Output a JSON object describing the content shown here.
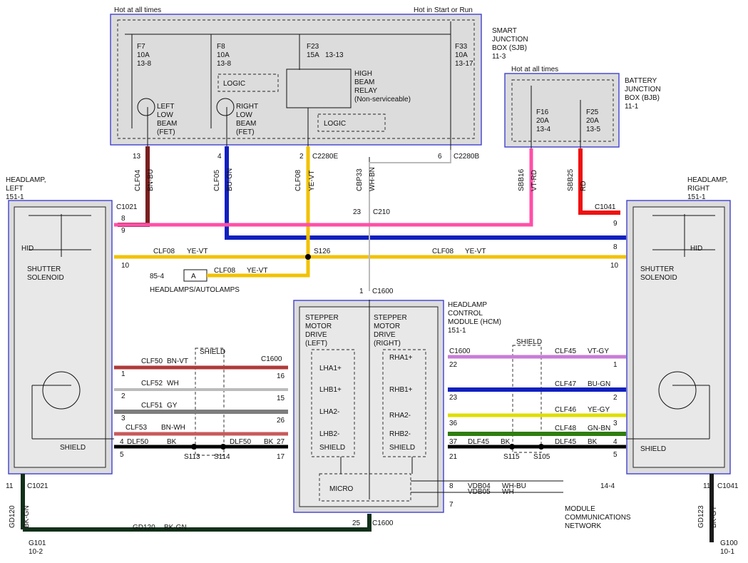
{
  "colors": {
    "bn_bu": "#7a1f1f",
    "bu_gn": "#1020c0",
    "ye_vt": "#f2c200",
    "vt_rd": "#ff4fa8",
    "rd": "#ee1111",
    "bn_vt": "#b03a3a",
    "wh": "#bbbbbb",
    "gy": "#7d7d7d",
    "bn_wh": "#c85a5a",
    "bk": "#000000",
    "vt_gy": "#c97cd8",
    "ye_gy": "#dede00",
    "gn_bn": "#2f7d10",
    "bk_gn": "#12301a",
    "bk_gy": "#1a1a1a",
    "pink_vt": "#ff6fb3",
    "box_outline": "#4040d0"
  },
  "labels": {
    "hot_all_top": "Hot at all times",
    "hot_start_run": "Hot in Start or Run",
    "sjb_1": "SMART",
    "sjb_2": "JUNCTION",
    "sjb_3": "BOX (SJB)",
    "sjb_4": "11-3",
    "hot_all_bjb": "Hot at all times",
    "bjb_1": "BATTERY",
    "bjb_2": "JUNCTION",
    "bjb_3": "BOX (BJB)",
    "bjb_4": "11-1",
    "f7_1": "F7",
    "f7_2": "10A",
    "f7_3": "13-8",
    "f8_1": "F8",
    "f8_2": "10A",
    "f8_3": "13-8",
    "f23_1": "F23",
    "f23_2": "15A",
    "f23_3": "13-13",
    "f33_1": "F33",
    "f33_2": "10A",
    "f33_3": "13-17",
    "f16_1": "F16",
    "f16_2": "20A",
    "f16_3": "13-4",
    "f25_1": "F25",
    "f25_2": "20A",
    "f25_3": "13-5",
    "relay_1": "HIGH",
    "relay_2": "BEAM",
    "relay_3": "RELAY",
    "relay_4": "(Non-serviceable)",
    "logic1": "LOGIC",
    "logic2": "LOGIC",
    "llb_1": "LEFT",
    "llb_2": "LOW",
    "llb_3": "BEAM",
    "llb_4": "(FET)",
    "rlb_1": "RIGHT",
    "rlb_2": "LOW",
    "rlb_3": "BEAM",
    "rlb_4": "(FET)",
    "p13": "13",
    "p4": "4",
    "p2": "2",
    "c2280e": "C2280E",
    "p6": "6",
    "c2280b": "C2280B",
    "clf04": "CLF04",
    "bn_bu": "BN-BU",
    "clf05": "CLF05",
    "bu_gn": "BU-GN",
    "clf08v": "CLF08",
    "ye_vt_v": "YE-VT",
    "cbp33": "CBP33",
    "wh_bn": "WH-BN",
    "sbb16": "SBB16",
    "vt_rd": "VT-RD",
    "sbb25": "SBB25",
    "rd": "RD",
    "p23": "23",
    "c210": "C210",
    "hl_l_1": "HEADLAMP,",
    "hl_l_2": "LEFT",
    "hl_l_3": "151-1",
    "hl_r_1": "HEADLAMP,",
    "hl_r_2": "RIGHT",
    "hl_r_3": "151-1",
    "c1021_top": "C1021",
    "c1041_top": "C1041",
    "hid_l": "HID",
    "hid_r": "HID",
    "ss_l_1": "SHUTTER",
    "ss_l_2": "SOLENOID",
    "ss_r_1": "SHUTTER",
    "ss_r_2": "SOLENOID",
    "l8": "8",
    "l9": "9",
    "l10": "10",
    "r9": "9",
    "r8": "8",
    "r10": "10",
    "clf08_a": "CLF08",
    "yevt_a": "YE-VT",
    "clf08_b": "CLF08",
    "yevt_b": "YE-VT",
    "s126": "S126",
    "ref85": "85-4",
    "conn_a": "A",
    "clf08_c": "CLF08",
    "yevt_c": "YE-VT",
    "hl_autolamps": "HEADLAMPS/AUTOLAMPS",
    "p1": "1",
    "c1600_top": "C1600",
    "hcm_1": "HEADLAMP",
    "hcm_2": "CONTROL",
    "hcm_3": "MODULE (HCM)",
    "hcm_4": "151-1",
    "sml_1": "STEPPER",
    "sml_2": "MOTOR",
    "sml_3": "DRIVE",
    "sml_4": "(LEFT)",
    "smr_1": "STEPPER",
    "smr_2": "MOTOR",
    "smr_3": "DRIVE",
    "smr_4": "(RIGHT)",
    "shield_l": "SHIELD",
    "shield_r": "SHIELD",
    "c1600_l": "C1600",
    "c1600_r": "C1600",
    "clf50": "CLF50",
    "bnvt": "BN-VT",
    "clf52": "CLF52",
    "wh": "WH",
    "clf51": "CLF51",
    "gy": "GY",
    "clf53": "CLF53",
    "bnwh": "BN-WH",
    "dlf50a": "DLF50",
    "bka": "BK",
    "dlf50b": "DLF50",
    "bkb": "BK",
    "lp1": "1",
    "lp2": "2",
    "lp3": "3",
    "lp4": "4",
    "lp5": "5",
    "lh16": "16",
    "lh15": "15",
    "lh26": "26",
    "lh27": "27",
    "lh17": "17",
    "s113": "S113",
    "s114": "S114",
    "lha1": "LHA1+",
    "lhb1": "LHB1+",
    "lha2": "LHA2-",
    "lhb2": "LHB2-",
    "lshield": "SHIELD",
    "rha1": "RHA1+",
    "rhb1": "RHB1+",
    "rha2": "RHA2-",
    "rhb2": "RHB2-",
    "rshield": "SHIELD",
    "rh22": "22",
    "rh23": "23",
    "rh36": "36",
    "rh37": "37",
    "rh21": "21",
    "clf45": "CLF45",
    "vtgy": "VT-GY",
    "clf47": "CLF47",
    "bugn2": "BU-GN",
    "clf46": "CLF46",
    "yegy": "YE-GY",
    "clf48": "CLF48",
    "gnbn": "GN-BN",
    "dlf45a": "DLF45",
    "bkc": "BK",
    "dlf45b": "DLF45",
    "bkd": "BK",
    "rp1": "1",
    "rp2": "2",
    "rp3": "3",
    "rp4": "4",
    "rp5": "5",
    "s115": "S115",
    "s105": "S105",
    "shield_hl_l": "SHIELD",
    "shield_hl_r": "SHIELD",
    "micro": "MICRO",
    "p8": "8",
    "p7": "7",
    "vdb04": "VDB04",
    "whbu": "WH-BU",
    "vdb05": "VDB05",
    "wh2": "WH",
    "ref144": "14-4",
    "mcn_1": "MODULE",
    "mcn_2": "COMMUNICATIONS",
    "mcn_3": "NETWORK",
    "p11l": "11",
    "c1021_bot": "C1021",
    "p11r": "11",
    "c1041_bot": "C1041",
    "gd120v": "GD120",
    "bkgn_v": "BK-GN",
    "gd123v": "GD123",
    "bkgy_v": "BK-GY",
    "p25": "25",
    "c1600_bot": "C1600",
    "gd120h": "GD120",
    "bkgn_h": "BK-GN",
    "g101": "G101",
    "g101ref": "10-2",
    "g100": "G100",
    "g100ref": "10-1"
  }
}
